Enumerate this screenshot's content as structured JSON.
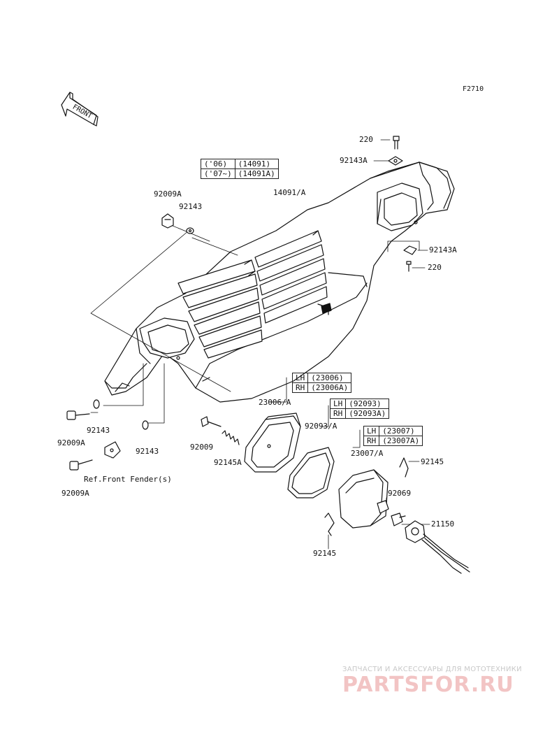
{
  "figure_code": "F2710",
  "front_arrow_label": "FRONT",
  "year_table": {
    "rows": [
      [
        "('06)",
        "(14091)"
      ],
      [
        "('07~)",
        "(14091A)"
      ]
    ]
  },
  "table_23006": {
    "rows": [
      [
        "LH",
        "(23006)"
      ],
      [
        "RH",
        "(23006A)"
      ]
    ]
  },
  "table_92093": {
    "rows": [
      [
        "LH",
        "(92093)"
      ],
      [
        "RH",
        "(92093A)"
      ]
    ]
  },
  "table_23007": {
    "rows": [
      [
        "LH",
        "(23007)"
      ],
      [
        "RH",
        "(23007A)"
      ]
    ]
  },
  "labels": {
    "p220_top": "220",
    "p92143A_top": "92143A",
    "p14091A": "14091/A",
    "p92009A_top": "92009A",
    "p92143_top": "92143",
    "p92143A_right": "92143A",
    "p220_right": "220",
    "p92009A_left": "92009A",
    "p92143_left": "92143",
    "p92143_mid": "92143",
    "p92009A_bottom": "92009A",
    "ref_front_fender": "Ref.Front Fender(s)",
    "p23006A": "23006/A",
    "p92009": "92009",
    "p92145A": "92145A",
    "p92093A": "92093/A",
    "p23007A": "23007/A",
    "p92145_right": "92145",
    "p92069": "92069",
    "p21150": "21150",
    "p92145_bottom": "92145"
  },
  "watermark": {
    "subtitle": "ЗАПЧАСТИ И АКСЕССУАРЫ ДЛЯ МОТОТЕХНИКИ",
    "brand": "PARTSFOR.RU"
  }
}
